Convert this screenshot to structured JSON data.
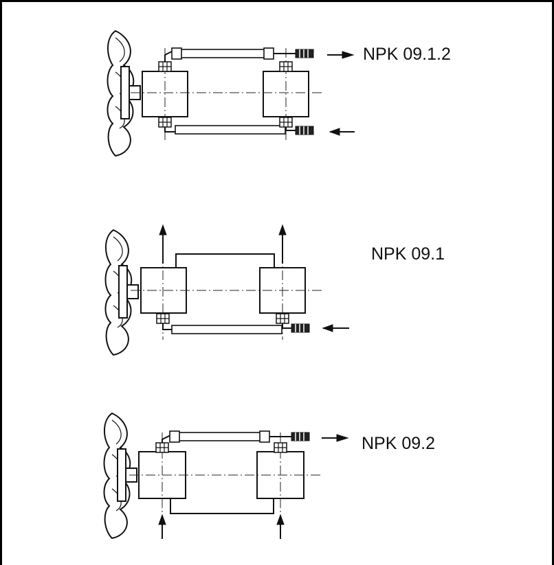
{
  "diagrams": [
    {
      "label": "NPK 09.1.2"
    },
    {
      "label": "NPK 09.1"
    },
    {
      "label": "NPK 09.2"
    }
  ],
  "colors": {
    "line": "#111111",
    "background": "#ffffff",
    "border": "#000000"
  }
}
